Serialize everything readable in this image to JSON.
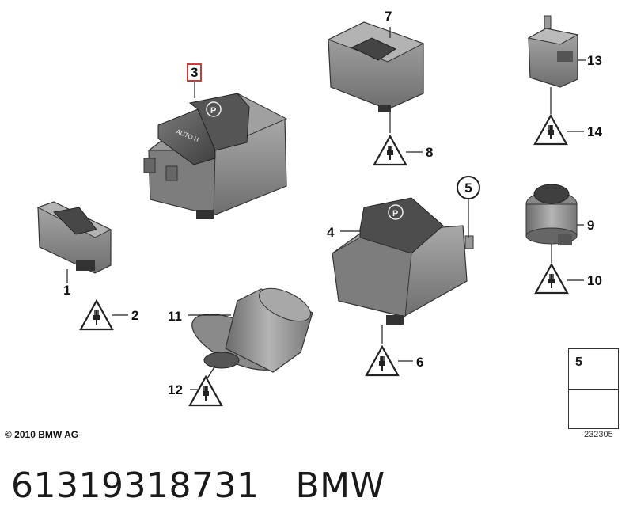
{
  "callouts": {
    "c1": "1",
    "c2": "2",
    "c3": "3",
    "c4": "4",
    "c5": "5",
    "c5b": "5",
    "c6": "6",
    "c7": "7",
    "c8": "8",
    "c9": "9",
    "c10": "10",
    "c11": "11",
    "c12": "12",
    "c13": "13",
    "c14": "14"
  },
  "switch_labels": {
    "p_symbol": "P",
    "auto_h": "AUTO H"
  },
  "copyright": "© 2010 BMW AG",
  "legend": {
    "part_number": "5"
  },
  "diagram_id": "232305",
  "footer": {
    "part_no": "61319318731",
    "brand": "BMW"
  },
  "colors": {
    "part_body": "#8c8c8c",
    "part_dark": "#5a5a5a",
    "part_light": "#b8b8b8",
    "highlight": "#d23a3a"
  }
}
